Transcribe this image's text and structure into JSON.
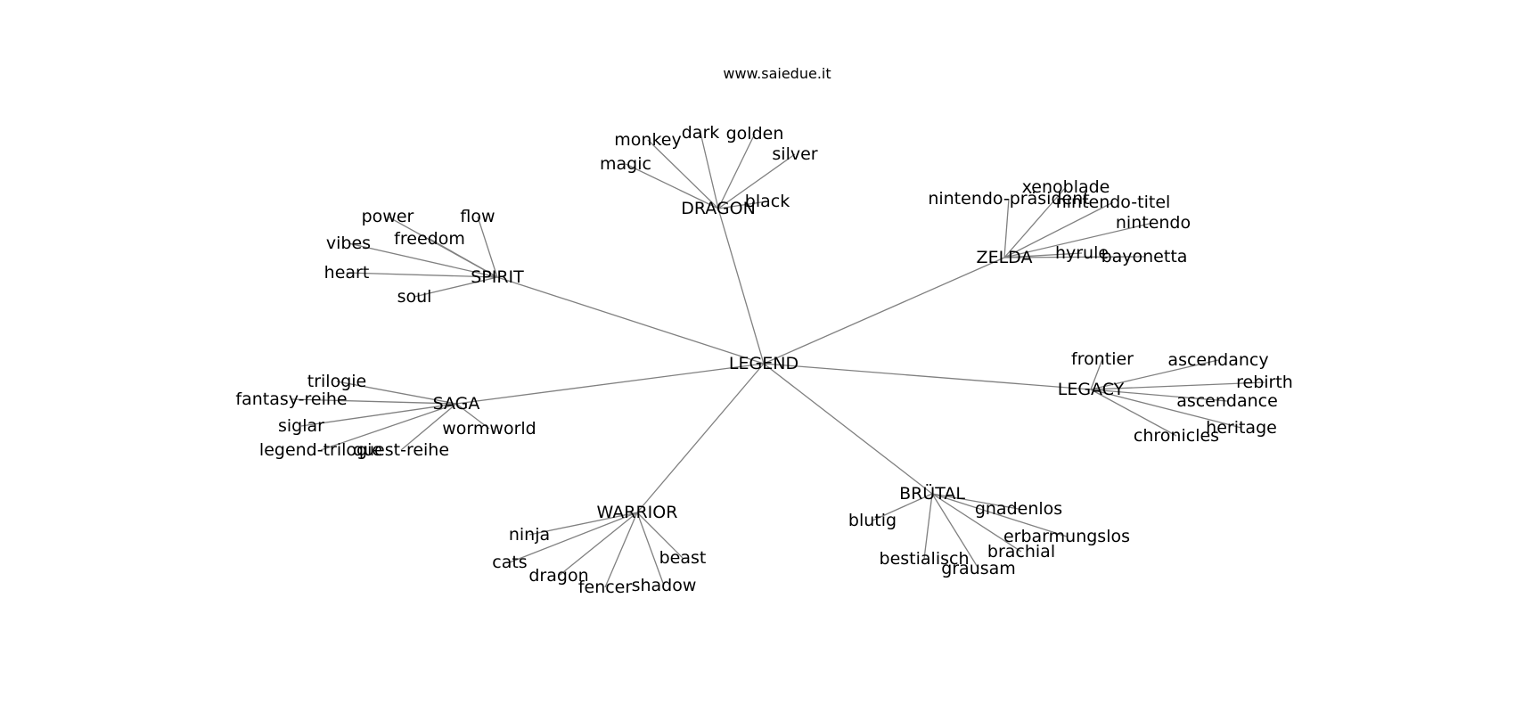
{
  "caption": "www.saiedue.it",
  "colors": {
    "edge": "#808080",
    "text": "#000000",
    "background": "#ffffff"
  },
  "graph": {
    "root": "LEGEND",
    "hubs": [
      {
        "label": "DRAGON",
        "leaves": [
          "monkey",
          "dark",
          "golden",
          "silver",
          "magic",
          "black"
        ]
      },
      {
        "label": "SPIRIT",
        "leaves": [
          "power",
          "flow",
          "freedom",
          "vibes",
          "heart",
          "soul"
        ]
      },
      {
        "label": "ZELDA",
        "leaves": [
          "xenoblade",
          "nintendo-präsident",
          "nintendo-titel",
          "nintendo",
          "hyrule",
          "bayonetta"
        ]
      },
      {
        "label": "LEGACY",
        "leaves": [
          "frontier",
          "ascendancy",
          "rebirth",
          "ascendance",
          "heritage",
          "chronicles"
        ]
      },
      {
        "label": "SAGA",
        "leaves": [
          "trilogie",
          "fantasy-reihe",
          "siglar",
          "legend-trilogie",
          "quest-reihe",
          "wormworld"
        ]
      },
      {
        "label": "WARRIOR",
        "leaves": [
          "ninja",
          "cats",
          "dragon",
          "fencer",
          "shadow",
          "beast"
        ]
      },
      {
        "label": "BRÜTAL",
        "leaves": [
          "gnadenlos",
          "erbarmungslos",
          "brachial",
          "grausam",
          "bestialisch",
          "blutig"
        ]
      }
    ]
  }
}
